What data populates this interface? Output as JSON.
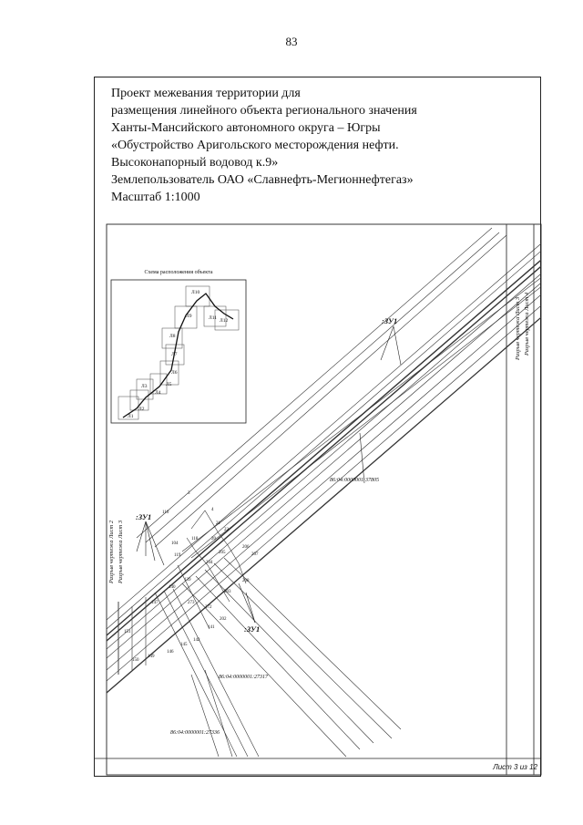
{
  "page_number": "83",
  "title_lines": [
    "Проект межевания территории для",
    "размещения линейного объекта регионального значения",
    "Ханты-Мансийского автономного округа – Югры",
    "«Обустройство Аригольского месторождения нефти.",
    "Высоконапорный водовод к.9»",
    "Землепользователь ОАО «Славнефть-Мегионнефтегаз»",
    "Масштаб 1:1000"
  ],
  "inset": {
    "title": "Схема расположения объекта",
    "sheets": [
      "Л1",
      "Л2",
      "Л3",
      "Л4",
      "Л5",
      "Л6",
      "Л7",
      "Л8",
      "Л9",
      "Л10",
      "Л11",
      "Л12"
    ]
  },
  "break_labels": {
    "right_1": "Разрыв чертежа Лист 3",
    "right_2": "Разрыв чертежа Лист 4",
    "left_1": "Разрыв чертежа Лист 2",
    "left_2": "Разрыв чертежа Лист 3"
  },
  "parcels": {
    "zu1_upper": ":ЗУ1",
    "zu1_left": ":ЗУ1",
    "zu1_lower": ":ЗУ1",
    "cad_1": "86:04:0000001:37805",
    "cad_2": "86:04:0000001:27317",
    "cad_3": "86:04:0000001:27336"
  },
  "points": [
    "3",
    "4",
    "110",
    "21",
    "22",
    "118",
    "104",
    "20",
    "206",
    "119",
    "205",
    "207",
    "204",
    "139",
    "208",
    "140",
    "203",
    "273",
    "272",
    "147",
    "202",
    "141",
    "142",
    "151",
    "145",
    "146",
    "150",
    "149"
  ],
  "sheet_label": "Лист 3 из 12"
}
